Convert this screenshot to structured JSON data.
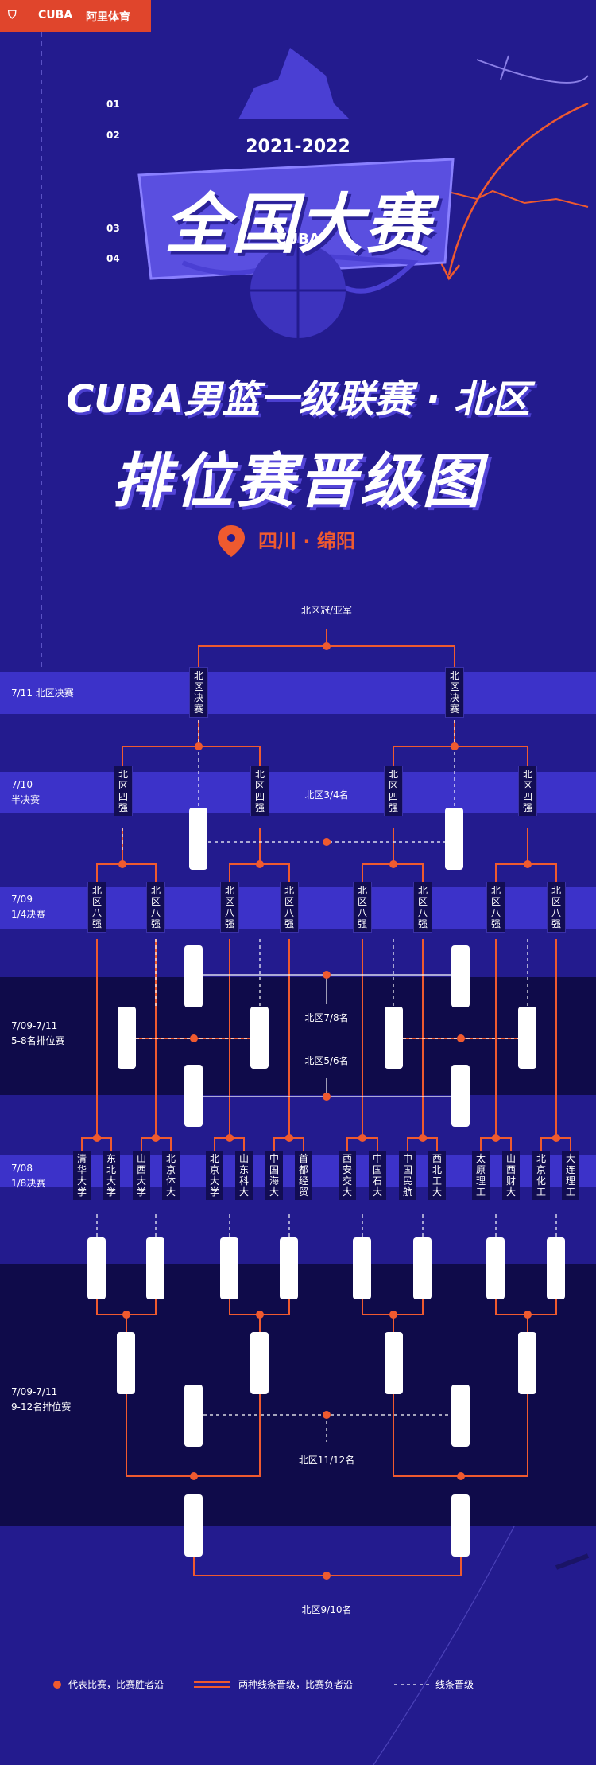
{
  "header": {
    "brand_cuba": "CUBA",
    "brand_ali": "阿里体育"
  },
  "numbers": [
    "01",
    "02",
    "03",
    "04"
  ],
  "logo": {
    "years": "2021-2022",
    "main": "全国大赛",
    "sub": "CUBA"
  },
  "title": {
    "line1": "CUBA男篮一级联赛 · 北区",
    "line2": "排位赛晋级图"
  },
  "location": "四川 · 绵阳",
  "rounds": {
    "final": {
      "date": "7/11",
      "name": "北区决赛"
    },
    "semi": {
      "date": "7/10",
      "name": "半决赛"
    },
    "quarter": {
      "date": "7/09",
      "name": "1/4决赛"
    },
    "place58": {
      "date": "7/09-7/11",
      "name": "5-8名排位赛"
    },
    "r16": {
      "date": "7/08",
      "name": "1/8决赛"
    },
    "place912": {
      "date": "7/09-7/11",
      "name": "9-12名排位赛"
    }
  },
  "labels": {
    "champion": "北区冠/亚军",
    "final_team": "北区决赛",
    "semi_team": "北区四强",
    "quarter_team": "北区八强",
    "third": "北区3/4名",
    "seventh": "北区7/8名",
    "fifth": "北区5/6名",
    "eleventh": "北区11/12名",
    "ninth": "北区9/10名"
  },
  "teams": [
    "清华大学",
    "东北大学",
    "山西大学",
    "北京体大",
    "北京大学",
    "山东科大",
    "中国海大",
    "首都经贸",
    "西安交大",
    "中国石大",
    "中国民航",
    "西北工大",
    "太原理工",
    "山西财大",
    "北京化工",
    "大连理工"
  ],
  "legend": {
    "dot": "代表比赛，比赛胜者沿",
    "solid": "两种线条晋级，比赛负者沿",
    "dashed": "线条晋级"
  },
  "colors": {
    "bg": "#231b8e",
    "band": "#3c32c9",
    "dark": "#0f0b4a",
    "accent": "#ef5a2f"
  }
}
